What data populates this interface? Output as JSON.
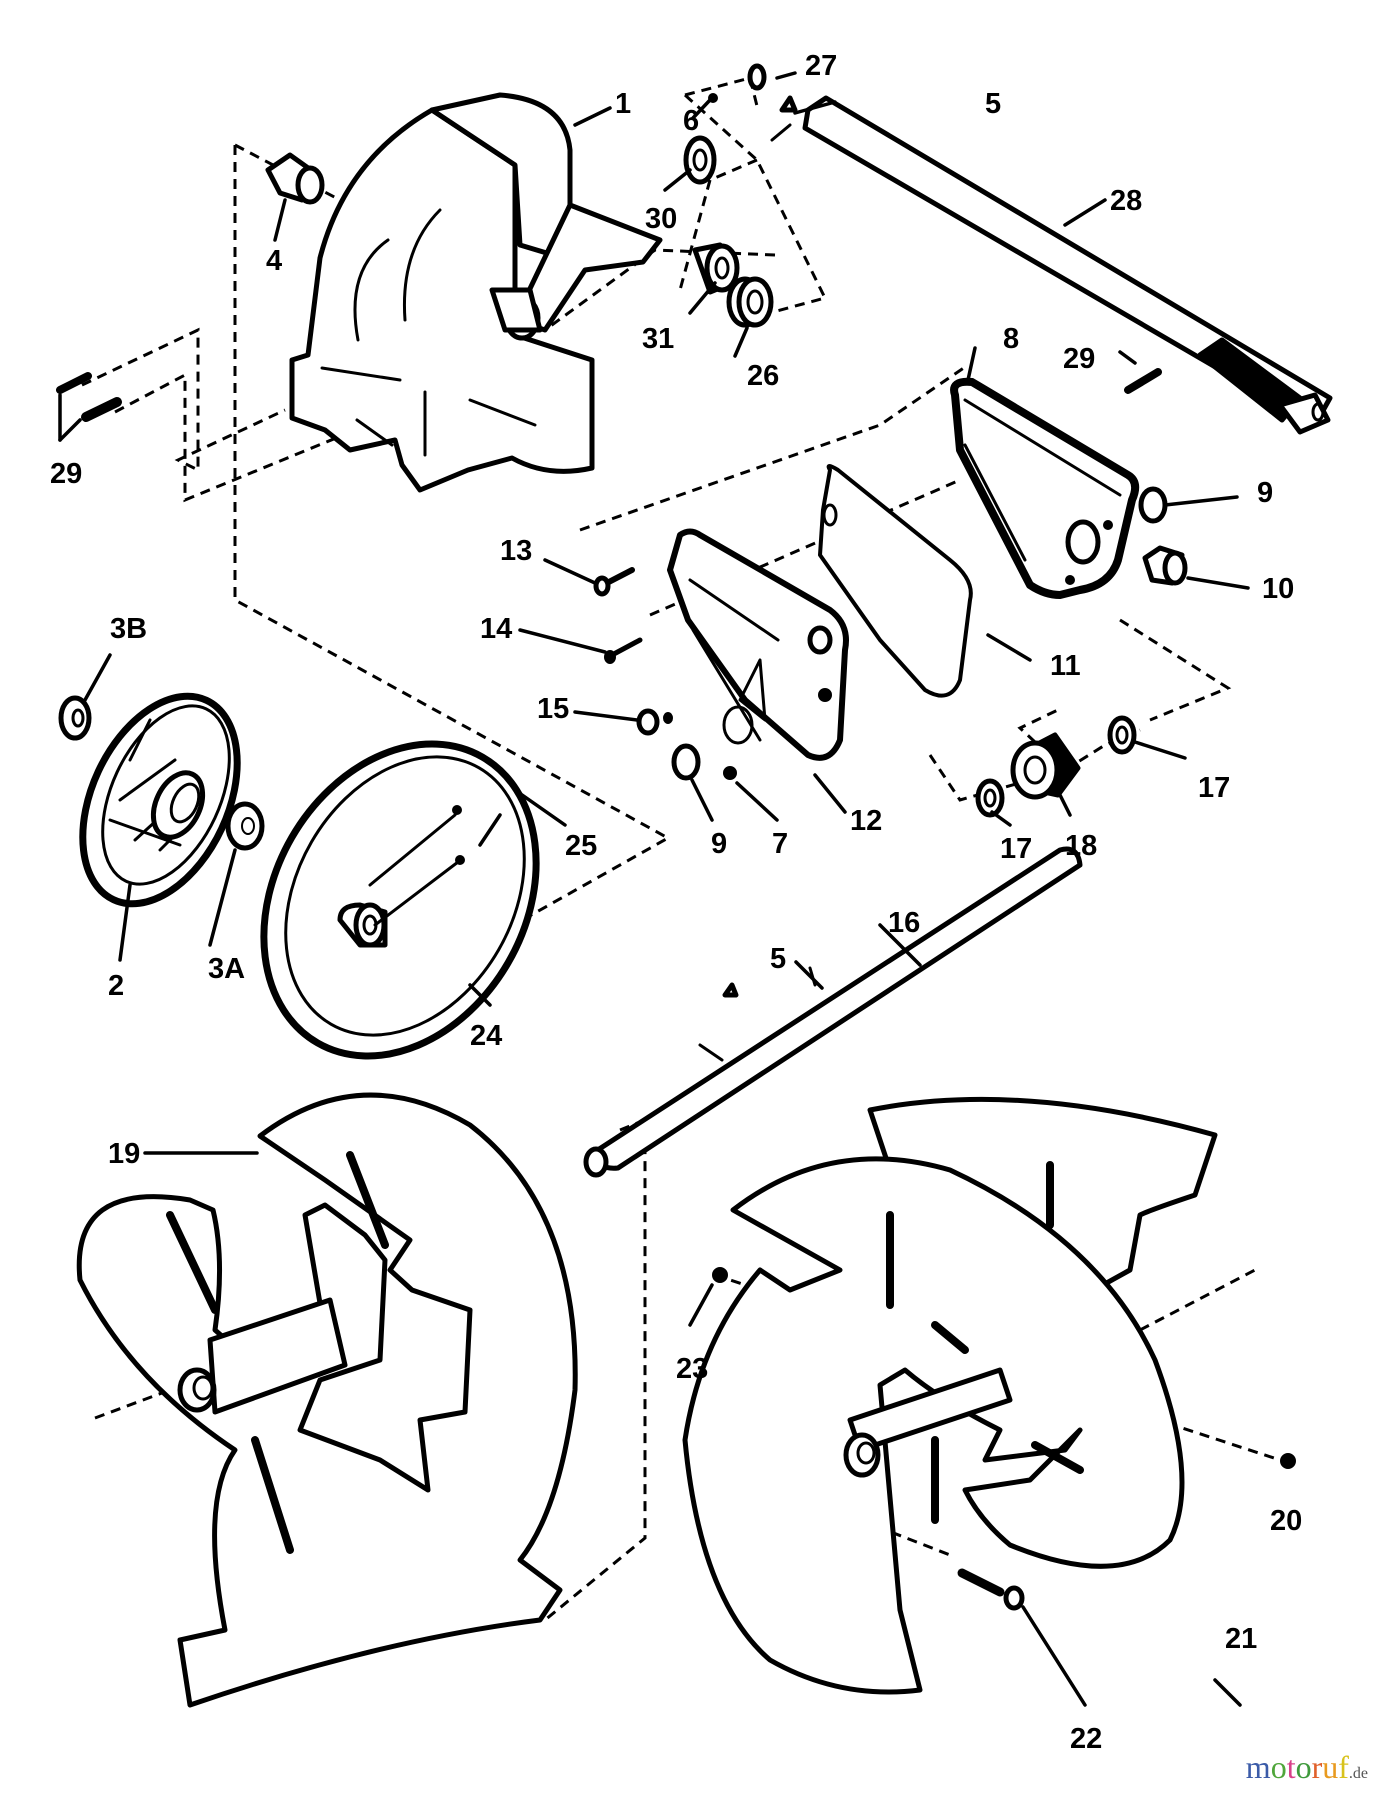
{
  "diagram": {
    "title": "Snow thrower auger & gear case exploded parts diagram",
    "callouts": [
      {
        "id": "c1",
        "text": "1",
        "part": "auger housing side / chute bracket"
      },
      {
        "id": "c2",
        "text": "2",
        "part": "drive wheel / pulley hub"
      },
      {
        "id": "c3a",
        "text": "3A",
        "part": "bearing"
      },
      {
        "id": "c3b",
        "text": "3B",
        "part": "bearing"
      },
      {
        "id": "c4",
        "text": "4",
        "part": "bushing"
      },
      {
        "id": "c5a",
        "text": "5",
        "part": "key (upper shaft)"
      },
      {
        "id": "c5b",
        "text": "5",
        "part": "key (auger shaft)"
      },
      {
        "id": "c6",
        "text": "6",
        "part": "pin"
      },
      {
        "id": "c7",
        "text": "7",
        "part": "screw"
      },
      {
        "id": "c8",
        "text": "8",
        "part": "gear case half"
      },
      {
        "id": "c9a",
        "text": "9",
        "part": "washer (upper)"
      },
      {
        "id": "c9b",
        "text": "9",
        "part": "washer (lower)"
      },
      {
        "id": "c10",
        "text": "10",
        "part": "bushing"
      },
      {
        "id": "c11",
        "text": "11",
        "part": "gasket"
      },
      {
        "id": "c12",
        "text": "12",
        "part": "gear case half"
      },
      {
        "id": "c13",
        "text": "13",
        "part": "screw"
      },
      {
        "id": "c14",
        "text": "14",
        "part": "screw"
      },
      {
        "id": "c15",
        "text": "15",
        "part": "fitting"
      },
      {
        "id": "c16",
        "text": "16",
        "part": "auger shaft"
      },
      {
        "id": "c17a",
        "text": "17",
        "part": "thrust washer (right)"
      },
      {
        "id": "c17b",
        "text": "17",
        "part": "thrust washer (left)"
      },
      {
        "id": "c18",
        "text": "18",
        "part": "worm gear"
      },
      {
        "id": "c19",
        "text": "19",
        "part": "auger, left"
      },
      {
        "id": "c20",
        "text": "20",
        "part": "nut"
      },
      {
        "id": "c21",
        "text": "21",
        "part": "auger, right"
      },
      {
        "id": "c22",
        "text": "22",
        "part": "shear bolt"
      },
      {
        "id": "c23",
        "text": "23",
        "part": "nut"
      },
      {
        "id": "c24",
        "text": "24",
        "part": "pulley"
      },
      {
        "id": "c25",
        "text": "25",
        "part": "set screws"
      },
      {
        "id": "c26",
        "text": "26",
        "part": "bearing"
      },
      {
        "id": "c27",
        "text": "27",
        "part": "retaining ring"
      },
      {
        "id": "c28",
        "text": "28",
        "part": "input worm shaft"
      },
      {
        "id": "c29a",
        "text": "29",
        "part": "roll pins (left)"
      },
      {
        "id": "c29b",
        "text": "29",
        "part": "roll pin (shaft)"
      },
      {
        "id": "c30",
        "text": "30",
        "part": "washer"
      },
      {
        "id": "c31",
        "text": "31",
        "part": "bushing"
      }
    ]
  },
  "watermark": {
    "letters": [
      {
        "ch": "m",
        "color": "#3b5ba8"
      },
      {
        "ch": "o",
        "color": "#4fa63a"
      },
      {
        "ch": "t",
        "color": "#d9408a"
      },
      {
        "ch": "o",
        "color": "#3f9a3c"
      },
      {
        "ch": "r",
        "color": "#e0602a"
      },
      {
        "ch": "u",
        "color": "#e89a1f"
      },
      {
        "ch": "f",
        "color": "#d8c21c"
      }
    ],
    "suffix": ".de"
  }
}
